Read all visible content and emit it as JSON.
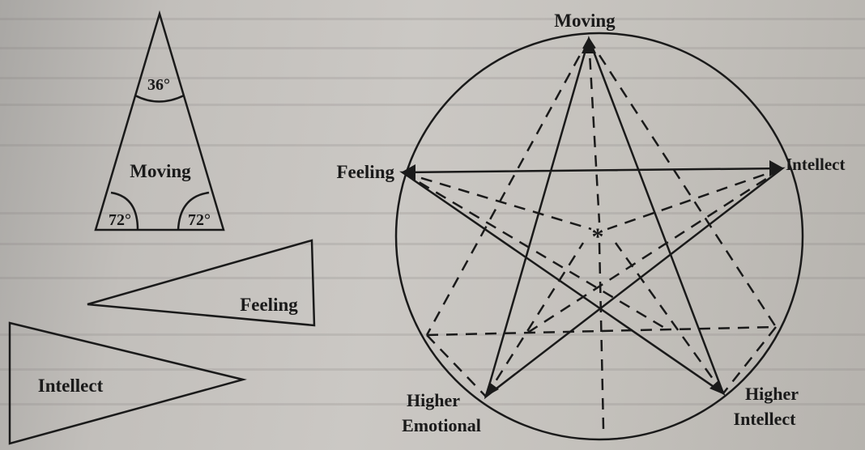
{
  "left_figures": {
    "apex_angle": "36°",
    "base_angle_left": "72°",
    "base_angle_right": "72°",
    "moving_label": "Moving",
    "feeling_label": "Feeling",
    "intellect_label": "Intellect"
  },
  "enneagram": {
    "top_label": "Moving",
    "left_label": "Feeling",
    "right_label": "Intellect",
    "bottom_left_label_line1": "Higher",
    "bottom_left_label_line2": "Emotional",
    "bottom_right_label_line1": "Higher",
    "bottom_right_label_line2": "Intellect",
    "center_mark": "*"
  },
  "colors": {
    "ink": "#1a1a1a",
    "paper": "#c7c4c0"
  }
}
